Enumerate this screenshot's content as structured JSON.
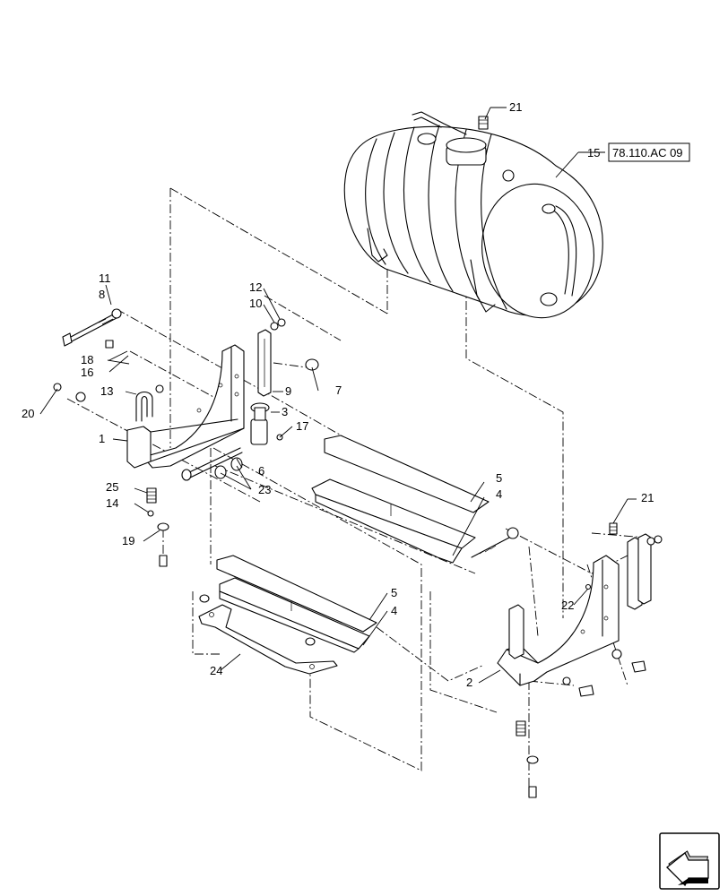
{
  "callouts": [
    {
      "id": "c1",
      "label": "1"
    },
    {
      "id": "c2",
      "label": "2"
    },
    {
      "id": "c3",
      "label": "3"
    },
    {
      "id": "c4a",
      "label": "4"
    },
    {
      "id": "c4b",
      "label": "4"
    },
    {
      "id": "c5a",
      "label": "5"
    },
    {
      "id": "c5b",
      "label": "5"
    },
    {
      "id": "c6",
      "label": "6"
    },
    {
      "id": "c7",
      "label": "7"
    },
    {
      "id": "c8",
      "label": "8"
    },
    {
      "id": "c9",
      "label": "9"
    },
    {
      "id": "c10",
      "label": "10"
    },
    {
      "id": "c11",
      "label": "11"
    },
    {
      "id": "c12",
      "label": "12"
    },
    {
      "id": "c13",
      "label": "13"
    },
    {
      "id": "c14",
      "label": "14"
    },
    {
      "id": "c15",
      "label": "15"
    },
    {
      "id": "c16",
      "label": "16"
    },
    {
      "id": "c17",
      "label": "17"
    },
    {
      "id": "c18",
      "label": "18"
    },
    {
      "id": "c19",
      "label": "19"
    },
    {
      "id": "c20",
      "label": "20"
    },
    {
      "id": "c21a",
      "label": "21"
    },
    {
      "id": "c21b",
      "label": "21"
    },
    {
      "id": "c22",
      "label": "22"
    },
    {
      "id": "c23",
      "label": "23"
    },
    {
      "id": "c24",
      "label": "24"
    },
    {
      "id": "c25",
      "label": "25"
    }
  ],
  "reference_box": {
    "label": "78.110.AC 09"
  },
  "nav_icon": "next-page-arrow-icon"
}
